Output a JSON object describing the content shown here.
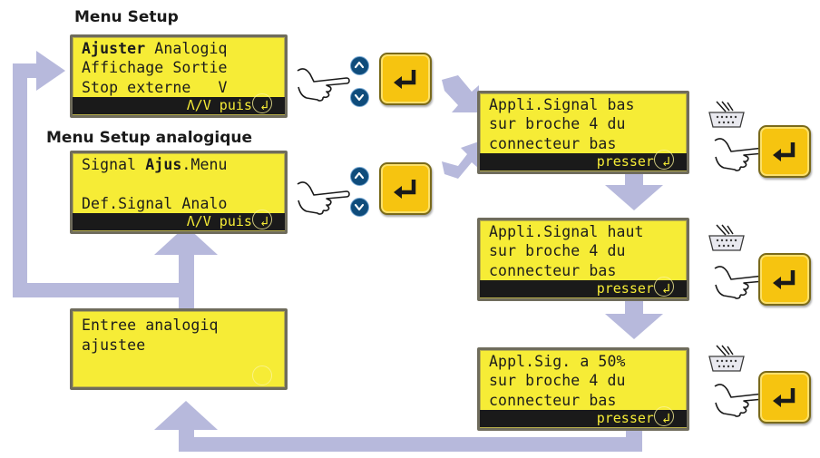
{
  "titles": {
    "menu_setup": "Menu Setup",
    "menu_setup_analog": "Menu Setup analogique"
  },
  "screens": {
    "menu_setup": {
      "line1_bold": "Ajuster",
      "line1_rest": " Analogiq",
      "line2": "Affichage Sortie",
      "line3": "Stop externe   V",
      "bar": "Λ/V puis ↲"
    },
    "menu_setup_analog": {
      "line1_a": "Signal ",
      "line1_bold": "Ajus",
      "line1_b": ".Menu",
      "line2": "",
      "line3": "Def.Signal Analo",
      "bar": "Λ/V puis ↲"
    },
    "result": {
      "line1": "Entree analogiq",
      "line2": "ajustee"
    },
    "low_signal": {
      "line1": "Appli.Signal bas",
      "line2": "sur broche 4 du",
      "line3": "connecteur bas",
      "bar": "presser ↲"
    },
    "high_signal": {
      "line1": "Appli.Signal haut",
      "line2": "sur broche 4 du",
      "line3": "connecteur bas",
      "bar": "presser ↲"
    },
    "half_signal": {
      "line1": "Appl.Sig. a 50%",
      "line2": "sur broche 4 du",
      "line3": "connecteur bas",
      "bar": "presser ↲"
    }
  },
  "icons": [
    "up-arrow-button-icon",
    "down-arrow-button-icon",
    "enter-key-icon",
    "pointing-hand-icon",
    "connector-plug-icon"
  ],
  "colors": {
    "lcd_background": "#f6ec36",
    "lcd_bar": "#1a1a1a",
    "flow_arrows": "#b7b9dc",
    "enter_key": "#f6c410",
    "nav_button": "#0f4c7b"
  }
}
